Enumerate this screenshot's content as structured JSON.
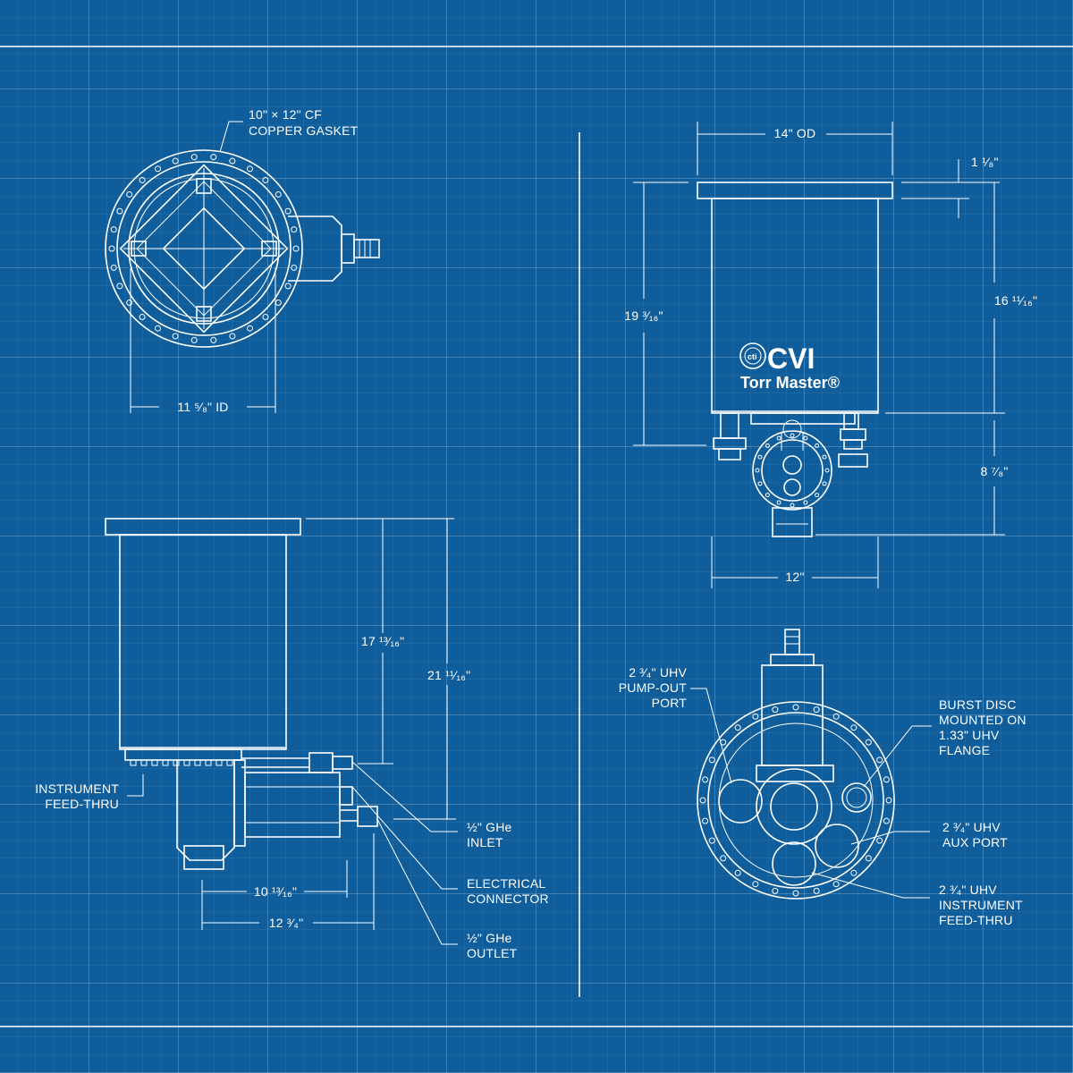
{
  "labels": {
    "gasket_1": "10\" × 12\" CF",
    "gasket_2": "COPPER GASKET",
    "top_id": "11 ⁵⁄₈\" ID",
    "od": "14\" OD",
    "lip": "1 ¹⁄₈\"",
    "height_total_r": "19 ³⁄₁₆\"",
    "height_body": "16 ¹¹⁄₁₆\"",
    "height_lower": "8 ⁷⁄₈\"",
    "width_12": "12\"",
    "side_h1": "17 ¹³⁄₁₆\"",
    "side_h2": "21 ¹¹⁄₁₆\"",
    "side_w1": "10 ¹³⁄₁₆\"",
    "side_w2": "12 ³⁄₄\"",
    "instr_1": "INSTRUMENT",
    "instr_2": "FEED-THRU",
    "inlet_1": "½\" GHe",
    "inlet_2": "INLET",
    "elec_1": "ELECTRICAL",
    "elec_2": "CONNECTOR",
    "outlet_1": "½\" GHe",
    "outlet_2": "OUTLET",
    "pump_1": "2 ³⁄₄\" UHV",
    "pump_2": "PUMP-OUT",
    "pump_3": "PORT",
    "burst_1": "BURST DISC",
    "burst_2": "MOUNTED ON",
    "burst_3": "1.33\" UHV",
    "burst_4": "FLANGE",
    "aux_1": "2 ³⁄₄\" UHV",
    "aux_2": "AUX PORT",
    "instf_1": "2 ³⁄₄\" UHV",
    "instf_2": "INSTRUMENT",
    "instf_3": "FEED-THRU"
  },
  "logo": {
    "brand": "CVI",
    "badge": "cti",
    "product": "Torr Master®"
  },
  "colors": {
    "background": "#0f5d9b",
    "line": "#ffffff"
  }
}
